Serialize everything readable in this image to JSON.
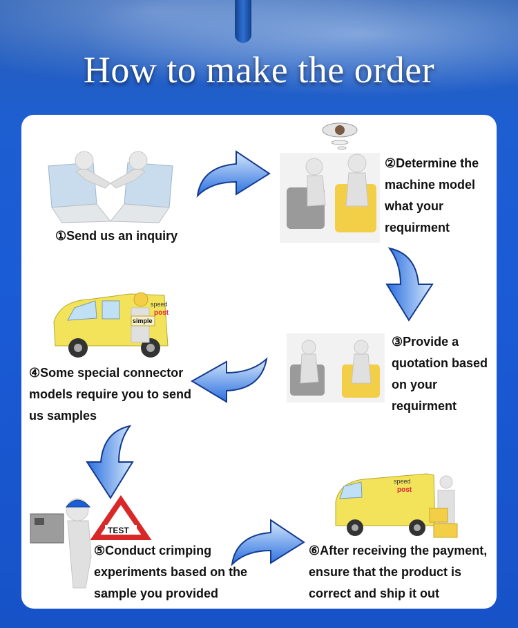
{
  "header": {
    "title": "How to make the order"
  },
  "steps": [
    {
      "label": "①Send us an inquiry"
    },
    {
      "label": "②Determine the\nmachine model\nwhat your\nrequirment"
    },
    {
      "label": "③Provide a\nquotation based\non your\nrequirment"
    },
    {
      "label": "④Some special connector\nmodels require you to send\nus samples"
    },
    {
      "label": "⑤Conduct crimping\nexperiments based on the\nsample you provided"
    },
    {
      "label": "⑥After receiving the payment,\nensure that the product is\ncorrect and ship it out"
    }
  ],
  "van": {
    "brand_top": "speed",
    "brand_bottom": "post",
    "box_label": "simple"
  },
  "test_sign": "TEST",
  "colors": {
    "background": "#1a5bd6",
    "card": "#ffffff",
    "arrow": "#2a6fe0",
    "van": "#f2e35a"
  }
}
